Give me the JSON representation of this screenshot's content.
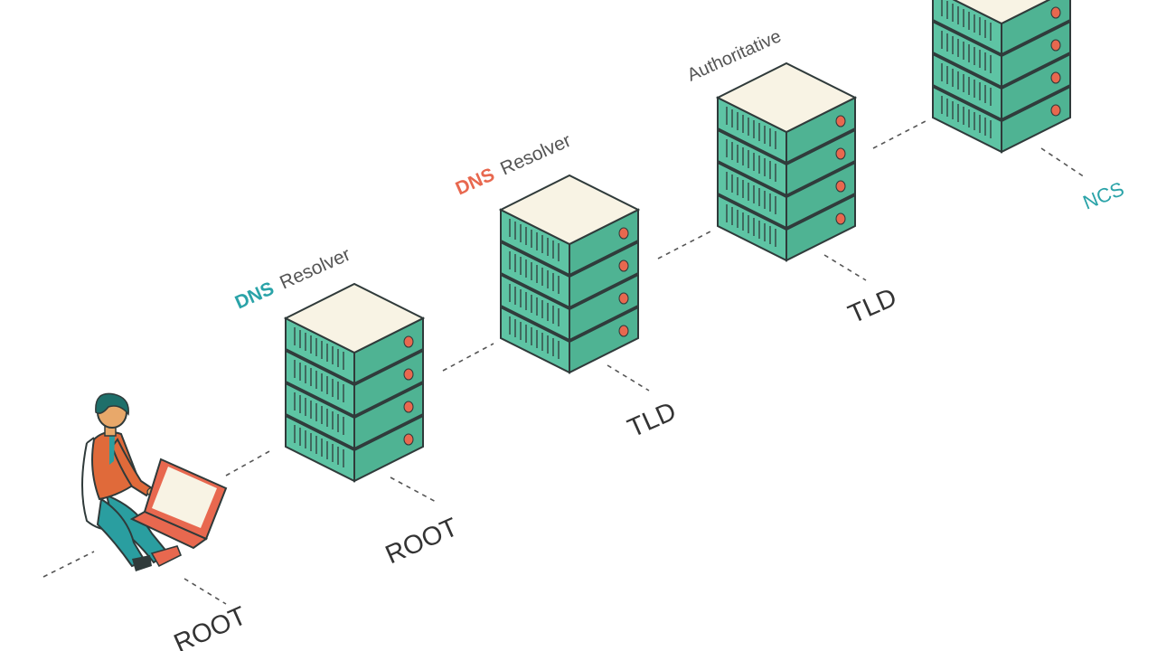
{
  "diagram": {
    "labels": {
      "resolver_1_dns": "DNS",
      "resolver_1_rest": "Resolver",
      "resolver_2_dns": "DNS",
      "resolver_2_rest": "Resolver",
      "authoritative": "Authoritative",
      "ncs": "NCS",
      "root_bottom": "ROOT",
      "root_mid": "ROOT",
      "tld_mid": "TLD",
      "tld_right": "TLD"
    },
    "colors": {
      "server_body": "#5ec4a4",
      "server_top": "#f8f3e4",
      "outline": "#2f3a3a",
      "led": "#e8684f",
      "accent_teal": "#2aa3a8",
      "accent_orange": "#e8684f",
      "person_shirt": "#e06a3a",
      "person_pants": "#2a9ea0",
      "person_hair": "#1e6f6a",
      "laptop": "#e8684f"
    },
    "icons": [
      "server-rack-icon",
      "person-with-laptop-icon"
    ]
  }
}
